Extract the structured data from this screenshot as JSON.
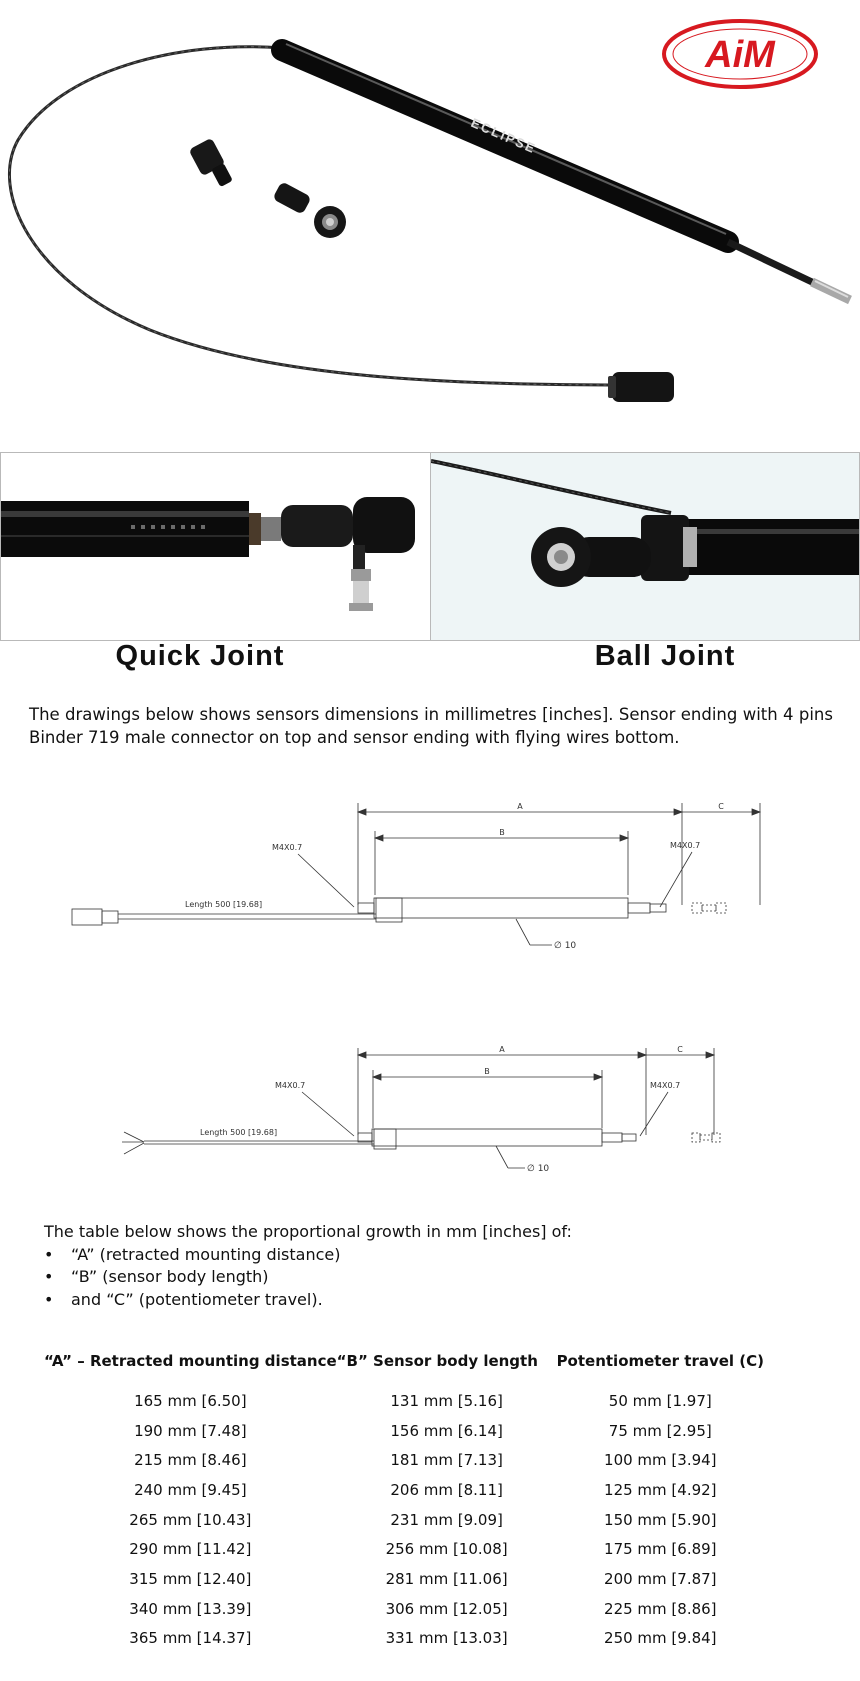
{
  "brand": {
    "logo_text": "AiM",
    "product_text": "ECLIPSE",
    "logo_color": "#d71920"
  },
  "joints": {
    "quick_joint_label": "Quick Joint",
    "ball_joint_label": "Ball Joint"
  },
  "intro_text": "The drawings below shows sensors dimensions in millimetres [inches]. Sensor ending with 4 pins Binder 719 male connector on top and sensor ending with flying wires bottom.",
  "drawings": {
    "top": {
      "label_a": "A",
      "label_b": "B",
      "label_c": "C",
      "thread_left": "M4X0.7",
      "thread_right": "M4X0.7",
      "cable_length": "Length 500 [19.68]",
      "diameter": "∅ 10"
    },
    "bottom": {
      "label_a": "A",
      "label_b": "B",
      "label_c": "C",
      "thread_left": "M4X0.7",
      "thread_right": "M4X0.7",
      "cable_length": "Length 500 [19.68]",
      "diameter": "∅ 10"
    }
  },
  "table_intro": {
    "lead": "The table below shows the proportional growth in mm [inches] of:",
    "bullets": [
      "“A” (retracted mounting distance)",
      "“B” (sensor body length)",
      "and “C” (potentiometer travel)."
    ]
  },
  "table": {
    "headers": [
      "“A” – Retracted mounting distance",
      "“B” Sensor body length",
      "Potentiometer travel (C)"
    ],
    "rows": [
      [
        "165 mm [6.50]",
        "131 mm [5.16]",
        "50 mm [1.97]"
      ],
      [
        "190 mm [7.48]",
        "156 mm [6.14]",
        "75 mm [2.95]"
      ],
      [
        "215 mm [8.46]",
        "181 mm [7.13]",
        "100 mm [3.94]"
      ],
      [
        "240 mm [9.45]",
        "206 mm [8.11]",
        "125 mm [4.92]"
      ],
      [
        "265 mm [10.43]",
        "231 mm [9.09]",
        "150 mm [5.90]"
      ],
      [
        "290 mm [11.42]",
        "256 mm [10.08]",
        "175 mm [6.89]"
      ],
      [
        "315 mm [12.40]",
        "281 mm [11.06]",
        "200 mm [7.87]"
      ],
      [
        "340 mm [13.39]",
        "306 mm [12.05]",
        "225 mm [8.86]"
      ],
      [
        "365 mm [14.37]",
        "331 mm [13.03]",
        "250 mm [9.84]"
      ]
    ]
  }
}
